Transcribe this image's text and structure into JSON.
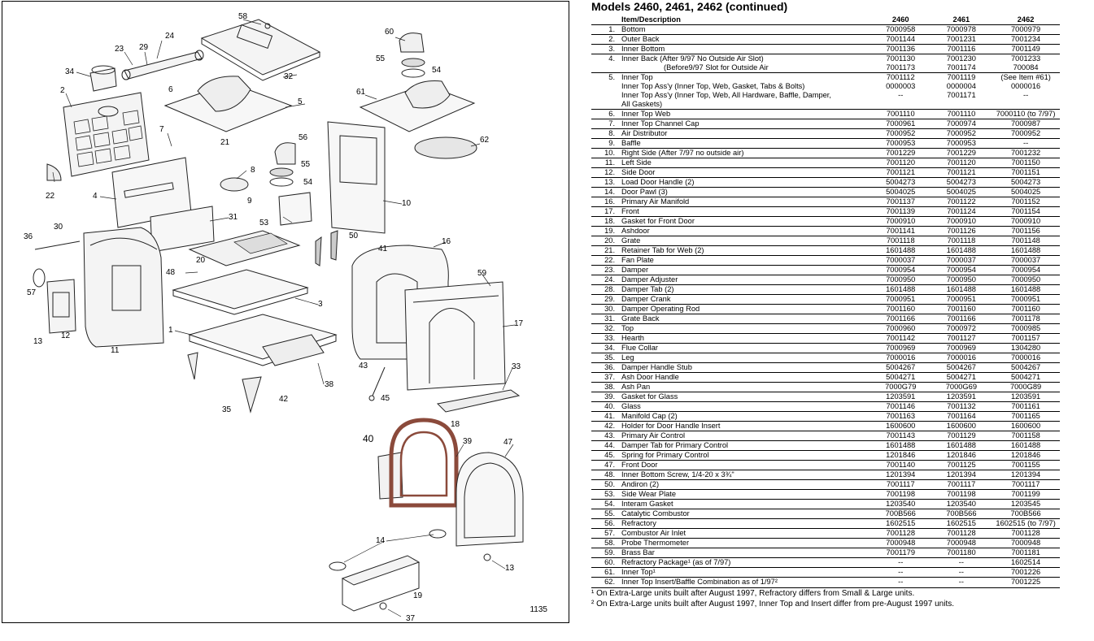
{
  "figure_number": "1135",
  "callouts": [
    "58",
    "60",
    "55",
    "54",
    "24",
    "23",
    "29",
    "34",
    "32",
    "6",
    "2",
    "5",
    "61",
    "62",
    "7",
    "21",
    "56",
    "8",
    "55",
    "54",
    "9",
    "22",
    "4",
    "31",
    "53",
    "10",
    "30",
    "36",
    "50",
    "41",
    "16",
    "48",
    "20",
    "59",
    "3",
    "57",
    "12",
    "13",
    "11",
    "1",
    "17",
    "43",
    "33",
    "45",
    "38",
    "42",
    "35",
    "40",
    "18",
    "39",
    "47",
    "14",
    "13",
    "19",
    "37"
  ],
  "table": {
    "title": "Models 2460, 2461, 2462 (continued)",
    "headers": {
      "item": "Item/Description",
      "m1": "2460",
      "m2": "2461",
      "m3": "2462"
    },
    "rows": [
      {
        "num": "1.",
        "desc": "Bottom",
        "a": "7000958",
        "b": "7000978",
        "c": "7000979"
      },
      {
        "num": "2.",
        "desc": "Outer Back",
        "a": "7001144",
        "b": "7001231",
        "c": "7001234"
      },
      {
        "num": "3.",
        "desc": "Inner Bottom",
        "a": "7001136",
        "b": "7001116",
        "c": "7001149"
      },
      {
        "num": "4.",
        "desc": "Inner Back (After 9/97 No Outside Air Slot)",
        "a": "7001130",
        "b": "7001230",
        "c": "7001233",
        "desc2": "(Before9/97 Slot for Outside Air",
        "a2": "7001173",
        "b2": "7001174",
        "c2": "700084"
      },
      {
        "num": "5.",
        "desc": "Inner Top",
        "a": "7001112",
        "b": "7001119",
        "c": "(See Item #61)",
        "desc2": "Inner Top Ass'y (Inner Top, Web, Gasket, Tabs & Bolts)",
        "a2": "0000003",
        "b2": "0000004",
        "c2": "0000016",
        "desc3": "Inner Top Ass'y (Inner Top, Web, All Hardware, Baffle, Damper,",
        "a3": "--",
        "b3": "7001171",
        "c3": "--",
        "desc4": "All Gaskets)"
      },
      {
        "num": "6.",
        "desc": "Inner Top Web",
        "a": "7001110",
        "b": "7001110",
        "c": "7000110 (to 7/97)"
      },
      {
        "num": "7.",
        "desc": "Inner Top Channel Cap",
        "a": "7000961",
        "b": "7000974",
        "c": "7000987"
      },
      {
        "num": "8.",
        "desc": "Air Distributor",
        "a": "7000952",
        "b": "7000952",
        "c": "7000952"
      },
      {
        "num": "9.",
        "desc": "Baffle",
        "a": "7000953",
        "b": "7000953",
        "c": "--"
      },
      {
        "num": "10.",
        "desc": "Right Side (After 7/97 no outside air)",
        "a": "7001229",
        "b": "7001229",
        "c": "7001232"
      },
      {
        "num": "11.",
        "desc": "Left Side",
        "a": "7001120",
        "b": "7001120",
        "c": "7001150"
      },
      {
        "num": "12.",
        "desc": "Side Door",
        "a": "7001121",
        "b": "7001121",
        "c": "7001151"
      },
      {
        "num": "13.",
        "desc": "Load Door Handle (2)",
        "a": "5004273",
        "b": "5004273",
        "c": "5004273"
      },
      {
        "num": "14.",
        "desc": "Door Pawl (3)",
        "a": "5004025",
        "b": "5004025",
        "c": "5004025"
      },
      {
        "num": "16.",
        "desc": "Primary Air Manifold",
        "a": "7001137",
        "b": "7001122",
        "c": "7001152"
      },
      {
        "num": "17.",
        "desc": "Front",
        "a": "7001139",
        "b": "7001124",
        "c": "7001154"
      },
      {
        "num": "18.",
        "desc": "Gasket for Front Door",
        "a": "7000910",
        "b": "7000910",
        "c": "7000910"
      },
      {
        "num": "19.",
        "desc": "Ashdoor",
        "a": "7001141",
        "b": "7001126",
        "c": "7001156"
      },
      {
        "num": "20.",
        "desc": "Grate",
        "a": "7001118",
        "b": "7001118",
        "c": "7001148"
      },
      {
        "num": "21.",
        "desc": "Retainer Tab for Web (2)",
        "a": "1601488",
        "b": "1601488",
        "c": "1601488"
      },
      {
        "num": "22.",
        "desc": "Fan Plate",
        "a": "7000037",
        "b": "7000037",
        "c": "7000037"
      },
      {
        "num": "23.",
        "desc": "Damper",
        "a": "7000954",
        "b": "7000954",
        "c": "7000954"
      },
      {
        "num": "24.",
        "desc": "Damper Adjuster",
        "a": "7000950",
        "b": "7000950",
        "c": "7000950"
      },
      {
        "num": "28.",
        "desc": "Damper Tab (2)",
        "a": "1601488",
        "b": "1601488",
        "c": "1601488"
      },
      {
        "num": "29.",
        "desc": "Damper Crank",
        "a": "7000951",
        "b": "7000951",
        "c": "7000951"
      },
      {
        "num": "30.",
        "desc": "Damper Operating Rod",
        "a": "7001160",
        "b": "7001160",
        "c": "7001160"
      },
      {
        "num": "31.",
        "desc": "Grate Back",
        "a": "7001166",
        "b": "7001166",
        "c": "7001178"
      },
      {
        "num": "32.",
        "desc": "Top",
        "a": "7000960",
        "b": "7000972",
        "c": "7000985"
      },
      {
        "num": "33.",
        "desc": "Hearth",
        "a": "7001142",
        "b": "7001127",
        "c": "7001157"
      },
      {
        "num": "34.",
        "desc": "Flue Collar",
        "a": "7000969",
        "b": "7000969",
        "c": "1304280"
      },
      {
        "num": "35.",
        "desc": "Leg",
        "a": "7000016",
        "b": "7000016",
        "c": "7000016"
      },
      {
        "num": "36.",
        "desc": "Damper Handle Stub",
        "a": "5004267",
        "b": "5004267",
        "c": "5004267"
      },
      {
        "num": "37.",
        "desc": "Ash Door Handle",
        "a": "5004271",
        "b": "5004271",
        "c": "5004271"
      },
      {
        "num": "38.",
        "desc": "Ash Pan",
        "a": "7000G79",
        "b": "7000G69",
        "c": "7000G89"
      },
      {
        "num": "39.",
        "desc": "Gasket for Glass",
        "a": "1203591",
        "b": "1203591",
        "c": "1203591"
      },
      {
        "num": "40.",
        "desc": "Glass",
        "a": "7001146",
        "b": "7001132",
        "c": "7001161"
      },
      {
        "num": "41.",
        "desc": "Manifold Cap (2)",
        "a": "7001163",
        "b": "7001164",
        "c": "7001165"
      },
      {
        "num": "42.",
        "desc": "Holder for Door Handle Insert",
        "a": "1600600",
        "b": "1600600",
        "c": "1600600"
      },
      {
        "num": "43.",
        "desc": "Primary Air Control",
        "a": "7001143",
        "b": "7001129",
        "c": "7001158"
      },
      {
        "num": "44.",
        "desc": "Damper Tab for Primary Control",
        "a": "1601488",
        "b": "1601488",
        "c": "1601488"
      },
      {
        "num": "45.",
        "desc": "Spring for Primary Control",
        "a": "1201846",
        "b": "1201846",
        "c": "1201846"
      },
      {
        "num": "47.",
        "desc": "Front Door",
        "a": "7001140",
        "b": "7001125",
        "c": "7001155"
      },
      {
        "num": "48.",
        "desc": "Inner Bottom Screw, 1/4-20 x 3¾\"",
        "a": "1201394",
        "b": "1201394",
        "c": "1201394"
      },
      {
        "num": "50.",
        "desc": "Andiron (2)",
        "a": "7001117",
        "b": "7001117",
        "c": "7001117"
      },
      {
        "num": "53.",
        "desc": "Side Wear Plate",
        "a": "7001198",
        "b": "7001198",
        "c": "7001199"
      },
      {
        "num": "54.",
        "desc": "Interam Gasket",
        "a": "1203540",
        "b": "1203540",
        "c": "1203545"
      },
      {
        "num": "55.",
        "desc": "Catalytic Combustor",
        "a": "700B566",
        "b": "700B566",
        "c": "700B566"
      },
      {
        "num": "56.",
        "desc": "Refractory",
        "a": "1602515",
        "b": "1602515",
        "c": "1602515 (to 7/97)"
      },
      {
        "num": "57.",
        "desc": "Combustor Air Inlet",
        "a": "7001128",
        "b": "7001128",
        "c": "7001128"
      },
      {
        "num": "58.",
        "desc": "Probe Thermometer",
        "a": "7000948",
        "b": "7000948",
        "c": "7000948"
      },
      {
        "num": "59.",
        "desc": "Brass Bar",
        "a": "7001179",
        "b": "7001180",
        "c": "7001181"
      },
      {
        "num": "60.",
        "desc": "Refractory Package¹ (as of 7/97)",
        "a": "--",
        "b": "--",
        "c": "1602514"
      },
      {
        "num": "61.",
        "desc": "Inner Top¹",
        "a": "--",
        "b": "--",
        "c": "7001226"
      },
      {
        "num": "62.",
        "desc": "Inner Top Insert/Baffle Combination as of 1/97²",
        "a": "--",
        "b": "--",
        "c": "7001225"
      }
    ],
    "footnotes": [
      "¹ On Extra-Large units built after August 1997, Refractory differs from Small & Large units.",
      "² On Extra-Large units built after August 1997, Inner Top and Insert differ from pre-August 1997 units."
    ]
  }
}
